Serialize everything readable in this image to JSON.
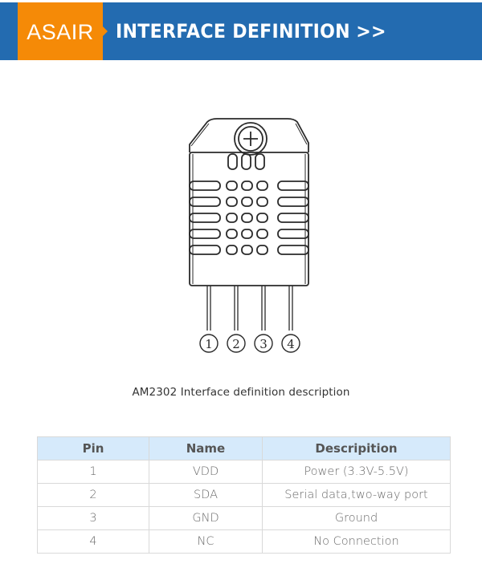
{
  "banner": {
    "brand": "ASAIR",
    "title": "INTERFACE DEFINITION",
    "chevron": ">>",
    "colors": {
      "blue": "#236bb0",
      "orange": "#f58a07"
    }
  },
  "figure": {
    "part": "AM2302 sensor outline",
    "pin_labels": [
      "①",
      "②",
      "③",
      "④"
    ]
  },
  "caption": "AM2302 Interface definition description",
  "table": {
    "headers": [
      "Pin",
      "Name",
      "Descripition"
    ],
    "header_bg": "#d6eafb",
    "rows": [
      {
        "pin": "1",
        "name": "VDD",
        "description": "Power (3.3V-5.5V)"
      },
      {
        "pin": "2",
        "name": "SDA",
        "description": "Serial data,two-way port"
      },
      {
        "pin": "3",
        "name": "GND",
        "description": "Ground"
      },
      {
        "pin": "4",
        "name": "NC",
        "description": "No Connection"
      }
    ]
  }
}
